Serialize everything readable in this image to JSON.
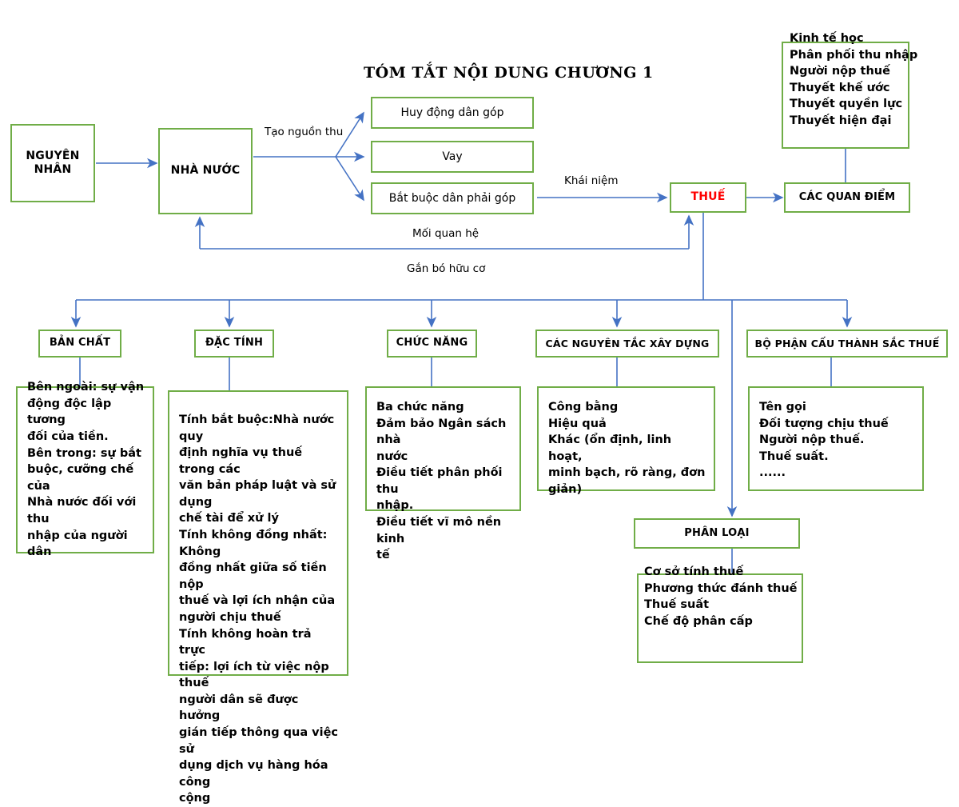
{
  "document": {
    "title": "TÓM TẮT NỘI DUNG CHƯƠNG 1",
    "colors": {
      "box_border": "#70AD47",
      "connector": "#4472C4",
      "accent_text": "#FF0000",
      "background": "#FFFFFF"
    }
  },
  "nodes": {
    "cause": {
      "label": "NGUYÊN\nNHÂN"
    },
    "state": {
      "label": "NHÀ NƯỚC"
    },
    "revenue_1": {
      "label": "Huy động dân góp"
    },
    "revenue_2": {
      "label": "Vay"
    },
    "revenue_3": {
      "label": "Bắt buộc dân phải góp"
    },
    "tax": {
      "label": "THUẾ"
    },
    "viewpoints": {
      "label": "CÁC QUAN ĐIỂM"
    },
    "economics": {
      "label": "Kinh tế học\nPhân phối thu nhập\nNgười nộp thuế\nThuyết khế ước\nThuyết quyền lực\nThuyết hiện đại"
    },
    "classification": {
      "label": "PHÂN LOẠI"
    },
    "classification_body": {
      "label": "Cơ sở tính thuế\nPhương thức đánh thuế\nThuế suất\nChế độ phân cấp"
    }
  },
  "edge_labels": {
    "revenue_source": "Tạo nguồn thu",
    "concept": "Khái niệm",
    "relationship": "Mối quan hệ",
    "organic_bond": "Gắn bó hữu cơ"
  },
  "branches": [
    {
      "id": "ban-chat",
      "header": "BẢN CHẤT",
      "body": "Bên ngoài: sự vận\nđộng độc lập tương\nđối của tiền.\nBên trong: sự bắt\nbuộc, cưỡng chế của\nNhà nước đối với thu\nnhập của người dân"
    },
    {
      "id": "dac-tinh",
      "header": "ĐẶC TÍNH",
      "body": "Tính bắt buộc:Nhà nước quy\nđịnh nghĩa vụ thuế trong các\nvăn bản pháp luật và sử dụng\nchế tài để xử lý\nTính không đồng nhất: Không\nđồng nhất giữa số tiền nộp\nthuế và lợi ích nhận của\nngười chịu thuế\nTính không hoàn trả trực\ntiếp: lợi ích từ việc nộp thuế\nngười dân sẽ được hưởng\ngián tiếp thông qua việc sử\ndụng dịch vụ hàng hóa công\ncộng"
    },
    {
      "id": "chuc-nang",
      "header": "CHỨC NĂNG",
      "body": "Ba chức năng\nĐảm bảo Ngân sách nhà\nnước\nĐiều tiết phân phối thu\nnhập.\nĐiều tiết vĩ mô nền kinh\ntế"
    },
    {
      "id": "nguyen-tac",
      "header": "CÁC NGUYÊN TẮC XÂY DỰNG",
      "body": "Công bằng\nHiệu quả\nKhác (ổn định, linh hoạt,\nminh bạch, rõ ràng, đơn\ngiản)"
    },
    {
      "id": "bo-phan",
      "header": "BỘ PHẬN CẤU THÀNH SẮC THUẾ",
      "body": "Tên gọi\nĐối tượng chịu thuế\nNgười nộp thuế.\nThuế suất.\n......"
    }
  ]
}
